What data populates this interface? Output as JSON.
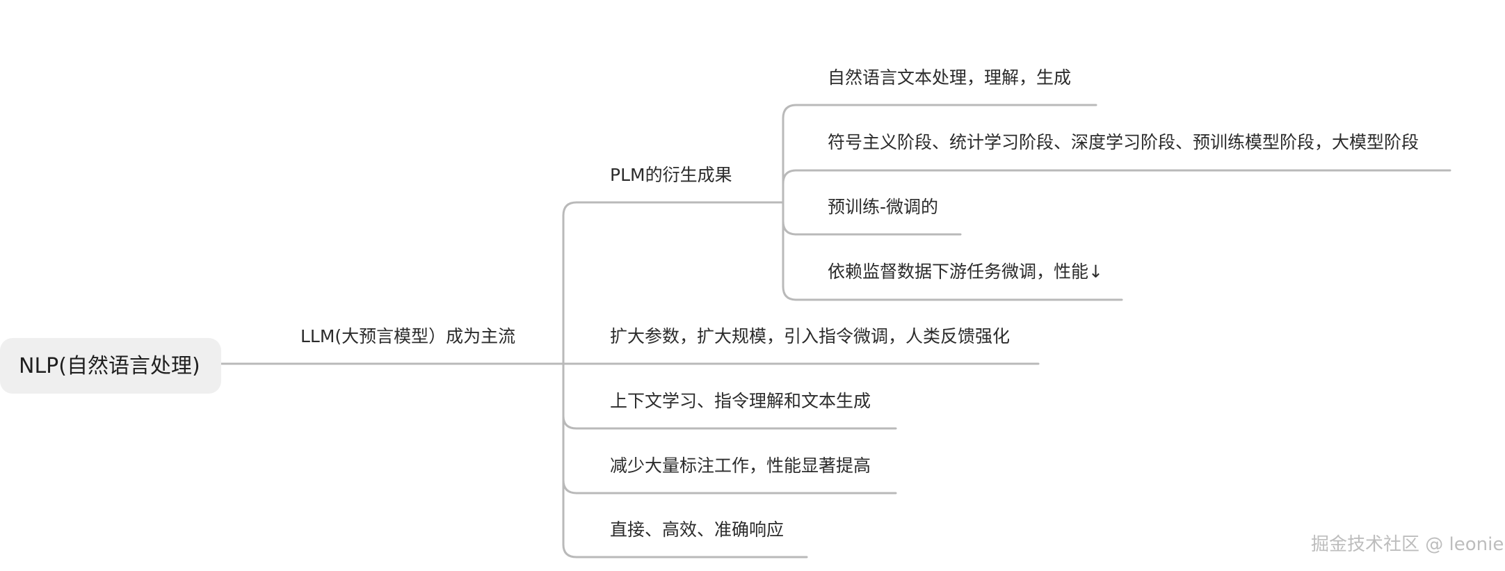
{
  "root": {
    "label": "NLP(自然语言处理)"
  },
  "level1": {
    "label": "LLM(大预言模型）成为主流"
  },
  "branches": {
    "plm": {
      "label": "PLM的衍生成果",
      "children": [
        "自然语言文本处理，理解，生成",
        "符号主义阶段、统计学习阶段、深度学习阶段、预训练模型阶段，大模型阶段",
        "预训练-微调的",
        "依赖监督数据下游任务微调，性能↓"
      ]
    },
    "leaves": [
      "扩大参数，扩大规模，引入指令微调，人类反馈强化",
      "上下文学习、指令理解和文本生成",
      "减少大量标注工作，性能显著提高",
      "直接、高效、准确响应"
    ]
  },
  "watermark": "掘金技术社区 @ leonie"
}
